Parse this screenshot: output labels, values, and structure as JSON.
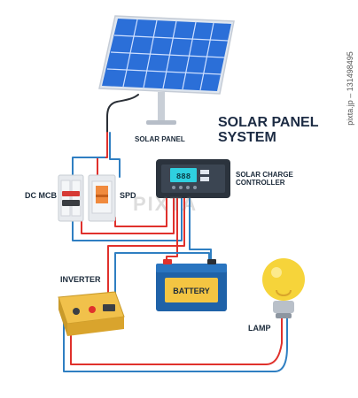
{
  "title": {
    "line1": "SOLAR PANEL",
    "line2": "SYSTEM"
  },
  "components": {
    "solar_panel": "SOLAR PANEL",
    "charge_controller_line1": "SOLAR CHARGE",
    "charge_controller_line2": "CONTROLLER",
    "dc_mcb": "DC MCB",
    "spd": "SPD",
    "inverter": "INVERTER",
    "battery": "BATTERY",
    "lamp": "LAMP"
  },
  "controller_display": "888",
  "credit": "pixta.jp – 131498495",
  "watermark": "PIXTA",
  "colors": {
    "wire_red": "#e0312c",
    "wire_blue": "#2f7fc2",
    "wire_dark": "#2a2f36",
    "panel_blue": "#2b6fd8",
    "battery_yellow": "#f4c542",
    "controller_screen": "#2fd0e0"
  }
}
